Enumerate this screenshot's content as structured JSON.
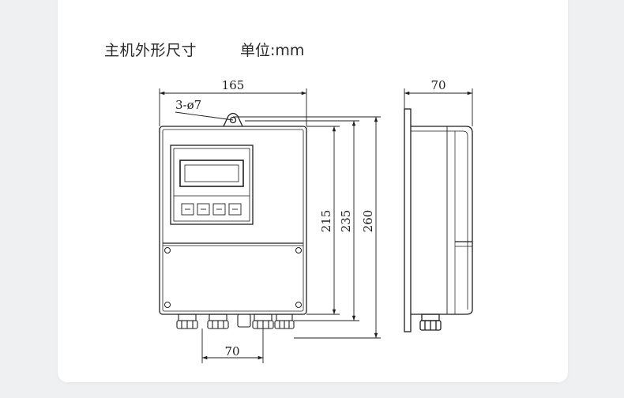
{
  "header": {
    "title": "主机外形尺寸",
    "unit": "单位:mm"
  },
  "dimensions": {
    "width": "165",
    "depth": "70",
    "holes": "3-ø7",
    "height_a": "215",
    "height_b": "235",
    "height_c": "260",
    "gland_spacing": "70"
  },
  "colors": {
    "line": "#1e1e1e",
    "background": "#eef0f2",
    "card": "#ffffff"
  }
}
